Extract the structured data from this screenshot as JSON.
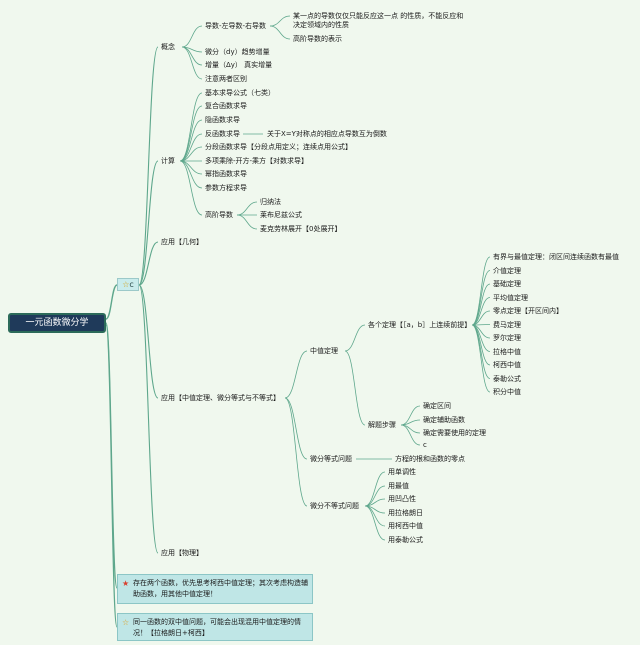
{
  "colors": {
    "line": "#5ea78c",
    "root_bg": "#1f3a5a",
    "note_bg": "#bfe6e6"
  },
  "root": {
    "label": "一元函数微分学"
  },
  "hub": {
    "star": "☆",
    "label": "c"
  },
  "branches": {
    "gainian": {
      "label": "概念",
      "items": {
        "daoshu": {
          "label": "导数-左导数-右导数",
          "sub": [
            "某一点的导数仅仅只能反应这一点 的性质，不能反应和",
            "决定领域内的性质",
            "高阶导数的表示"
          ]
        },
        "weifen": "微分（dy）趋势增量",
        "zengliang": "增量（Δy） 真实增量",
        "zhuyi": "注意两者区别"
      }
    },
    "jisuan": {
      "label": "计算",
      "items": {
        "jiben": "基本求导公式（七类）",
        "fuhe": "复合函数求导",
        "yinhanshu": "隐函数求导",
        "fanhanshu": "反函数求导",
        "fanhanshu_note": "关于X=Y对称点的相应点导数互为倒数",
        "fenduan": "分段函数求导【分段点用定义；连续点用公式】",
        "duoxiang": "多项乘除-开方-乘方【对数求导】",
        "mizhi": "幂指函数求导",
        "canshu": "参数方程求导",
        "gaojie": "高阶导数",
        "gaojie_sub": [
          "归纳法",
          "莱布尼兹公式",
          "麦克劳林展开【0处展开】"
        ]
      }
    },
    "jihe": {
      "label": "应用【几何】"
    },
    "zhongzhi": {
      "label": "应用【中值定理、微分等式与不等式】",
      "zhongzhi_dingli": {
        "label": "中值定理",
        "geg": {
          "label": "各个定理【［a，b］上连续前提】",
          "items": [
            "有界与最值定理：闭区间连续函数有最值",
            "介值定理",
            "基础定理",
            "平均值定理",
            "零点定理【开区间内】",
            "费马定理",
            "罗尔定理",
            "拉格中值",
            "柯西中值",
            "泰勒公式",
            "积分中值"
          ]
        },
        "jieti": {
          "label": "解题步骤",
          "items": [
            "确定区间",
            "确定辅助函数",
            "确定需要使用的定理",
            "c"
          ]
        }
      },
      "dengshi": {
        "label": "微分等式问题",
        "item": "方程的根和函数的零点"
      },
      "budengshi": {
        "label": "微分不等式问题",
        "items": [
          "用单调性",
          "用最值",
          "用凹凸性",
          "用拉格朗日",
          "用柯西中值",
          "用泰勒公式"
        ]
      }
    },
    "wuli": {
      "label": "应用【物理】"
    }
  },
  "notes": [
    {
      "icon": "★",
      "text": "存在两个函数，优先思考柯西中值定理；其次考虑构造辅助函数，用其他中值定理！"
    },
    {
      "icon": "☆",
      "text": "同一函数的双中值问题，可能会出现混用中值定理的情况！【拉格朗日+柯西】"
    }
  ]
}
